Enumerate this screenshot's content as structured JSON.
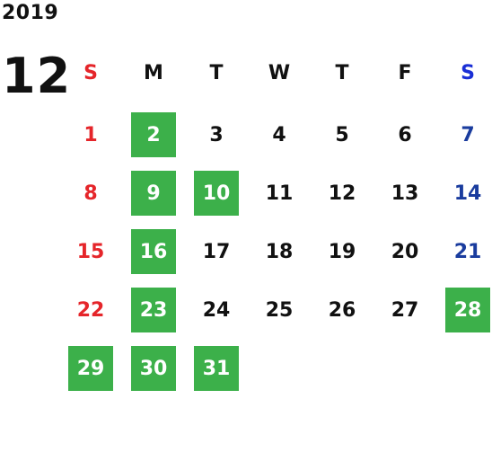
{
  "year": "2019",
  "month": "12",
  "weekday_headers": [
    "S",
    "M",
    "T",
    "W",
    "T",
    "F",
    "S"
  ],
  "weeks": [
    [
      {
        "d": "1",
        "hl": false
      },
      {
        "d": "2",
        "hl": true
      },
      {
        "d": "3",
        "hl": false
      },
      {
        "d": "4",
        "hl": false
      },
      {
        "d": "5",
        "hl": false
      },
      {
        "d": "6",
        "hl": false
      },
      {
        "d": "7",
        "hl": false
      }
    ],
    [
      {
        "d": "8",
        "hl": false
      },
      {
        "d": "9",
        "hl": true
      },
      {
        "d": "10",
        "hl": true
      },
      {
        "d": "11",
        "hl": false
      },
      {
        "d": "12",
        "hl": false
      },
      {
        "d": "13",
        "hl": false
      },
      {
        "d": "14",
        "hl": false
      }
    ],
    [
      {
        "d": "15",
        "hl": false
      },
      {
        "d": "16",
        "hl": true
      },
      {
        "d": "17",
        "hl": false
      },
      {
        "d": "18",
        "hl": false
      },
      {
        "d": "19",
        "hl": false
      },
      {
        "d": "20",
        "hl": false
      },
      {
        "d": "21",
        "hl": false
      }
    ],
    [
      {
        "d": "22",
        "hl": false
      },
      {
        "d": "23",
        "hl": true
      },
      {
        "d": "24",
        "hl": false
      },
      {
        "d": "25",
        "hl": false
      },
      {
        "d": "26",
        "hl": false
      },
      {
        "d": "27",
        "hl": false
      },
      {
        "d": "28",
        "hl": true
      }
    ],
    [
      {
        "d": "29",
        "hl": true
      },
      {
        "d": "30",
        "hl": true
      },
      {
        "d": "31",
        "hl": true
      }
    ]
  ],
  "colors": {
    "sunday": "#e5252a",
    "saturday": "#1a3c9e",
    "highlight": "#3cb04a"
  }
}
